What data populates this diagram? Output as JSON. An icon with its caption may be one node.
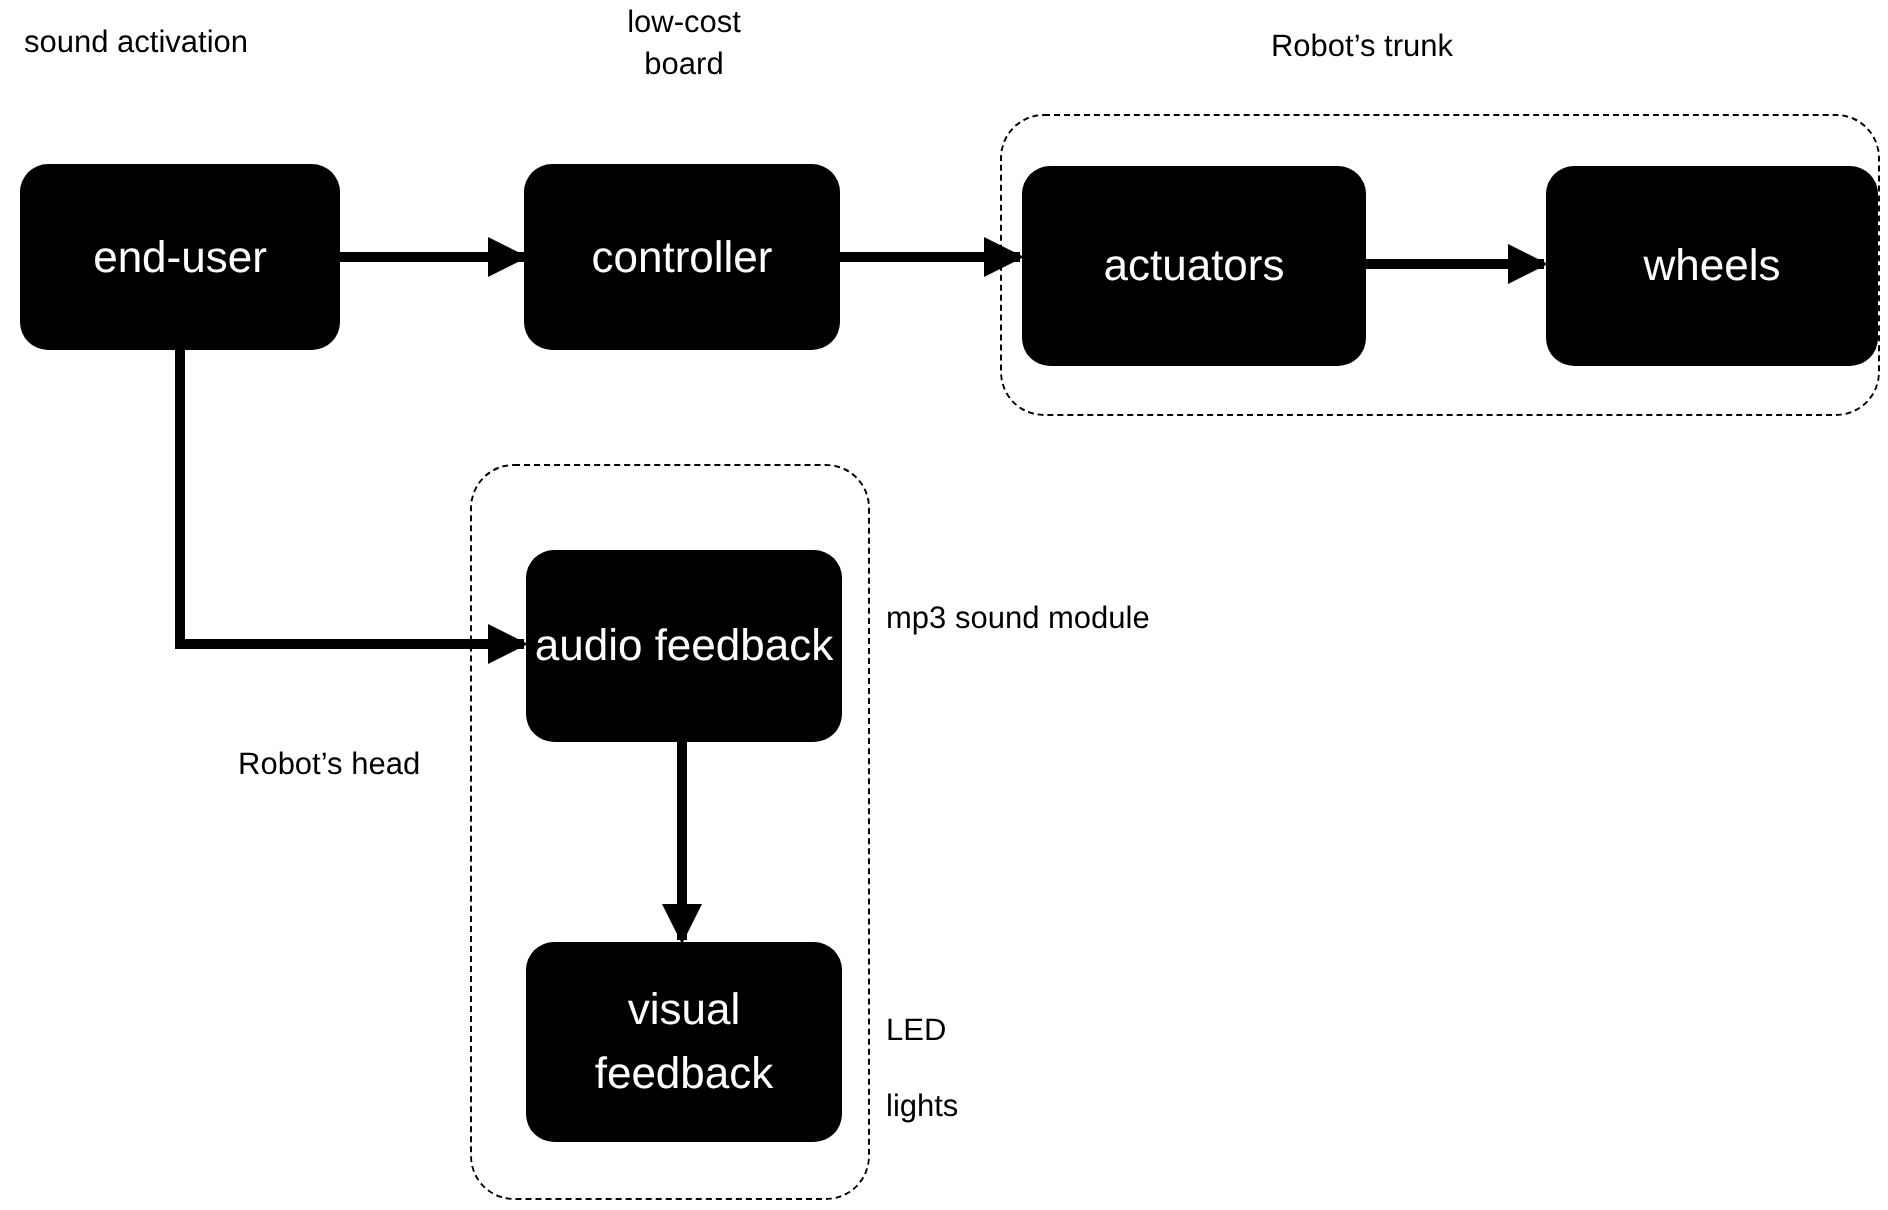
{
  "diagram": {
    "nodes": [
      {
        "text": [
          "end-user"
        ],
        "beside": [
          "sound activation"
        ]
      },
      {
        "text": [
          "controller"
        ],
        "beside": [
          "low-cost board"
        ]
      },
      {
        "text": [
          "Robot’s trunk"
        ]
      },
      {
        "text": [
          "actuators"
        ],
        "in": 2
      },
      {
        "text": [
          "wheels"
        ],
        "in": 2
      },
      {
        "text": [
          "Robot’s head"
        ]
      },
      {
        "text": [
          "audio feedback"
        ],
        "in": 5,
        "beside": [
          "mp3 sound module"
        ]
      },
      {
        "text": [
          "visual feedback"
        ],
        "in": 5,
        "beside": [
          "LED lights"
        ]
      }
    ],
    "edges": [
      {
        "from": 0,
        "to": 1,
        "arrow": "to"
      },
      {
        "from": 1,
        "to": 3,
        "arrow": "to"
      },
      {
        "from": 3,
        "to": 4,
        "arrow": "to"
      },
      {
        "from": 0,
        "to": 6,
        "arrow": "to"
      },
      {
        "from": 6,
        "to": 7,
        "arrow": "to"
      }
    ]
  }
}
